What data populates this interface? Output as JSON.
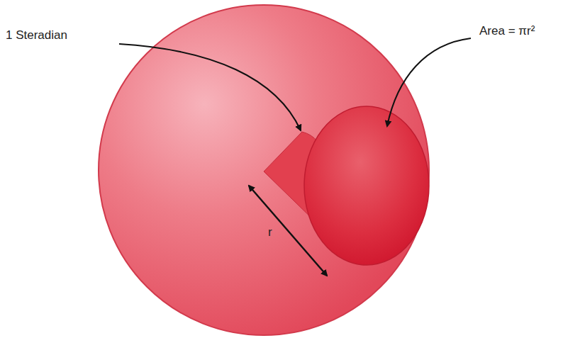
{
  "diagram": {
    "labels": [
      "1 Steradian",
      "Area = πr²",
      "r"
    ]
  }
}
